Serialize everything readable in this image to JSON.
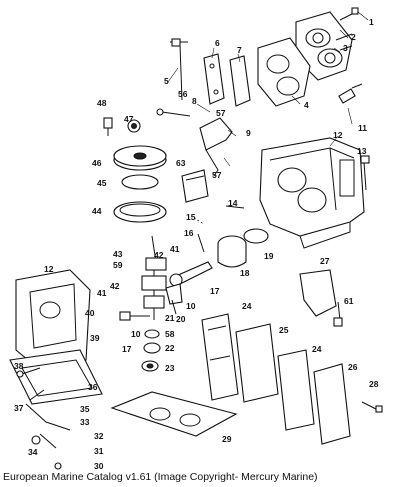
{
  "caption": "European Marine Catalog v1.61 (Image Copyright- Mercury Marine)",
  "callouts": [
    "1",
    "2",
    "3",
    "4",
    "5",
    "6",
    "7",
    "8",
    "9",
    "10",
    "11",
    "12",
    "13",
    "14",
    "15",
    "16",
    "17",
    "18",
    "19",
    "20",
    "21",
    "22",
    "23",
    "24",
    "25",
    "26",
    "27",
    "28",
    "29",
    "30",
    "31",
    "32",
    "33",
    "34",
    "35",
    "36",
    "37",
    "38",
    "39",
    "40",
    "41",
    "42",
    "43",
    "45",
    "46",
    "47",
    "48",
    "56",
    "57",
    "58",
    "59",
    "61",
    "63"
  ]
}
